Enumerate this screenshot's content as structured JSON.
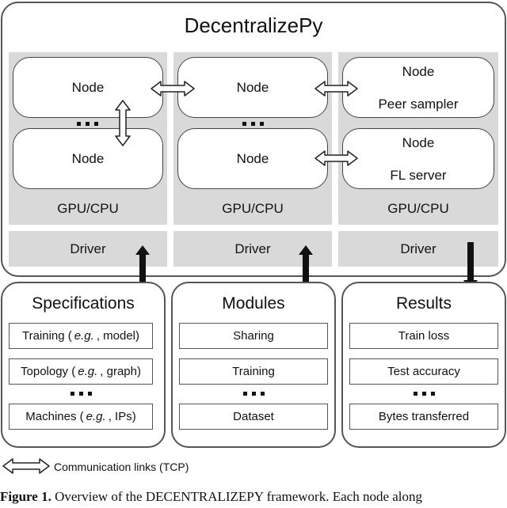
{
  "title": "DecentralizePy",
  "node_label": "Node",
  "peer_sampler": "Peer sampler",
  "fl_server": "FL server",
  "gpu_cpu": "GPU/CPU",
  "driver": "Driver",
  "specifications": {
    "title": "Specifications",
    "items": [
      {
        "pre": "Training (",
        "em": "e.g.",
        "post": ", model)"
      },
      {
        "pre": "Topology (",
        "em": "e.g.",
        "post": ", graph)"
      },
      {
        "pre": "Machines (",
        "em": "e.g.",
        "post": ", IPs)"
      }
    ]
  },
  "modules": {
    "title": "Modules",
    "items": [
      "Sharing",
      "Training",
      "Dataset"
    ]
  },
  "results": {
    "title": "Results",
    "items": [
      "Train loss",
      "Test accuracy",
      "Bytes transferred"
    ]
  },
  "legend": "Communication links (TCP)",
  "caption": {
    "label": "Figure 1.",
    "text": "Overview of the DECENTRALIZEPY framework. Each node along"
  },
  "colors": {
    "gray_panel": "#d9d9d9",
    "frame_border": "#555555"
  }
}
